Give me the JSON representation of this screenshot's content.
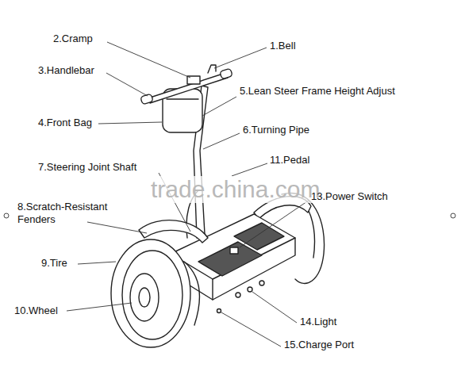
{
  "diagram": {
    "labels": [
      "2.Cramp",
      "1.Bell",
      "3.Handlebar",
      "5.Lean Steer Frame Height Adjust",
      "4.Front Bag",
      "6.Turning Pipe",
      "7.Steering Joint Shaft",
      "11.Pedal",
      "trade.china.com",
      "13.Power Switch",
      "8.Scratch-Resistant Fenders",
      "9.Tire",
      "10.Wheel",
      "14.Light",
      "15.Charge Port"
    ]
  }
}
